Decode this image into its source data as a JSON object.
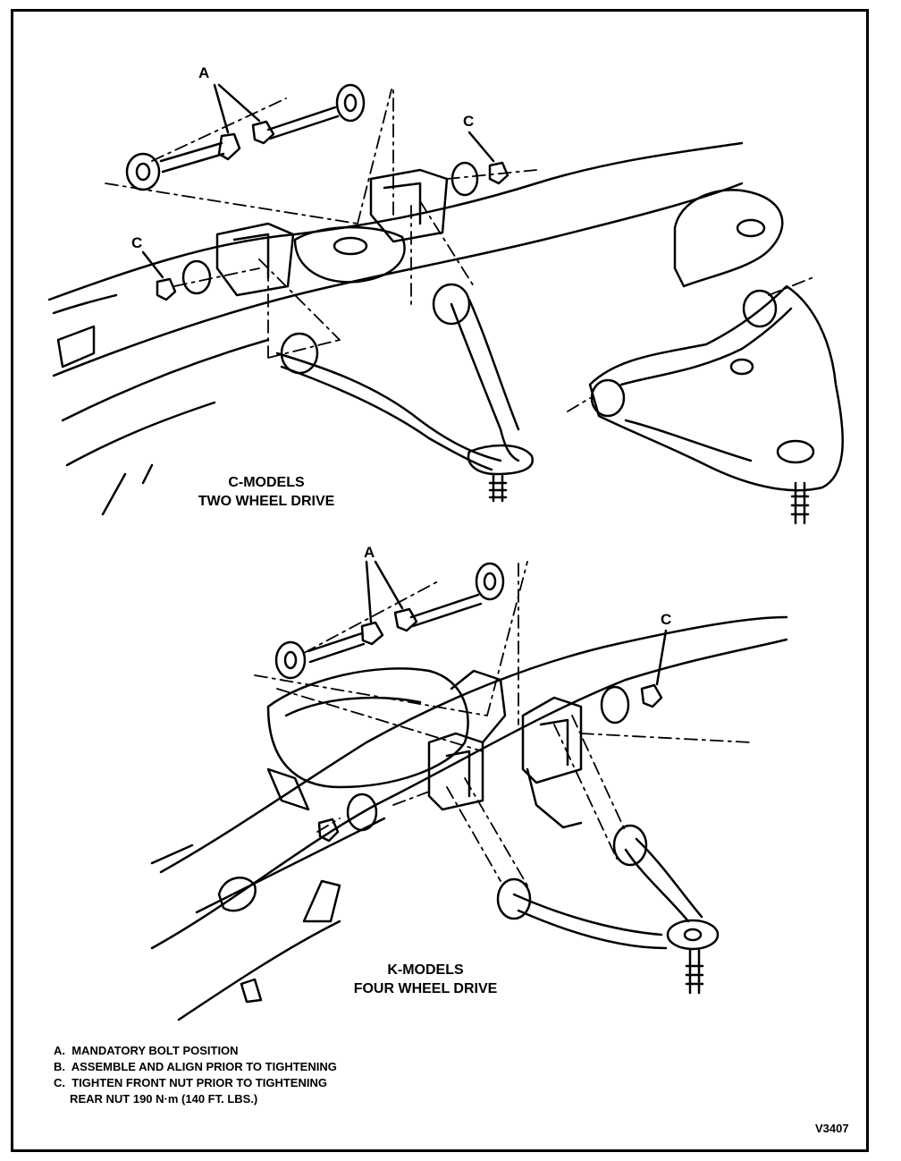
{
  "callouts": {
    "top_a": "A",
    "top_c_right": "C",
    "top_c_left": "C",
    "bottom_a": "A",
    "bottom_c": "C"
  },
  "captions": {
    "c_models_line1": "C-MODELS",
    "c_models_line2": "TWO WHEEL DRIVE",
    "k_models_line1": "K-MODELS",
    "k_models_line2": "FOUR WHEEL DRIVE"
  },
  "notes": [
    "A.  MANDATORY BOLT POSITION",
    "B.  ASSEMBLE AND ALIGN PRIOR TO TIGHTENING",
    "C.  TIGHTEN FRONT NUT PRIOR TO TIGHTENING",
    "     REAR NUT 190 N·m (140 FT. LBS.)"
  ],
  "figure_id": "V3407"
}
